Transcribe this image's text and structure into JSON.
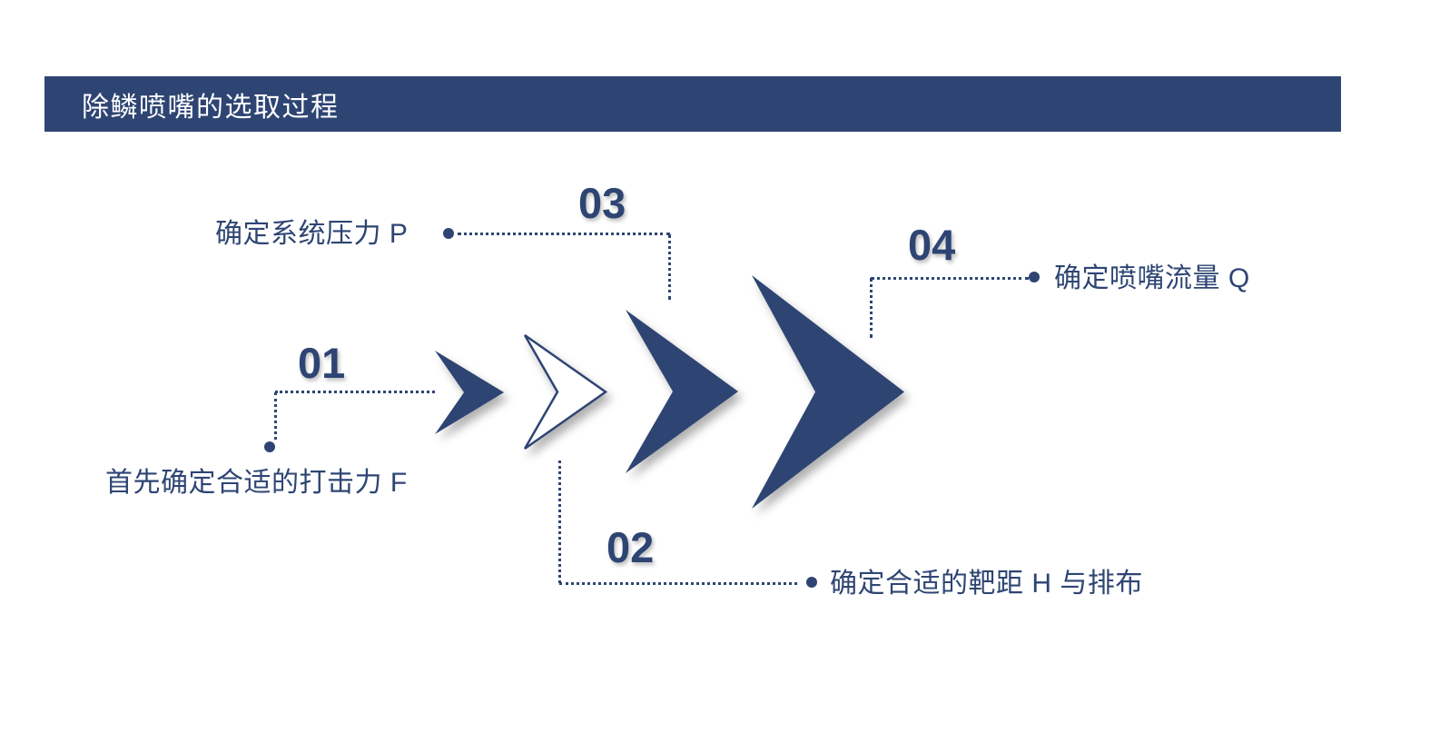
{
  "slide": {
    "title": "除鳞喷嘴的选取过程"
  },
  "colors": {
    "navy": "#2e4573",
    "header_bg": "#2e4573",
    "title_text": "#ffffff",
    "background": "#ffffff"
  },
  "steps": [
    {
      "number": "01",
      "label": "首先确定合适的打击力 F"
    },
    {
      "number": "02",
      "label": "确定合适的靶距 H 与排布"
    },
    {
      "number": "03",
      "label": "确定系统压力 P"
    },
    {
      "number": "04",
      "label": "确定喷嘴流量 Q"
    }
  ]
}
